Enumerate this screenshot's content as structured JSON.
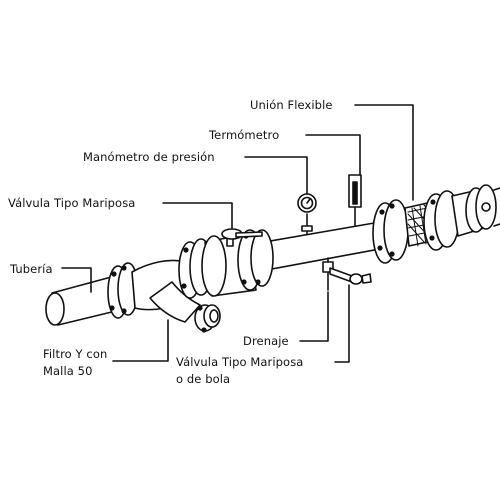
{
  "labels": {
    "union_flexible": "Unión Flexible",
    "termometro": "Termómetro",
    "manometro": "Manómetro de presión",
    "valvula_mariposa": "Válvula Tipo Mariposa",
    "tuberia": "Tubería",
    "filtro_line1": "Filtro Y con",
    "filtro_line2": "Malla 50",
    "drenaje": "Drenaje",
    "valvula_bola_line1": "Válvula Tipo Mariposa",
    "valvula_bola_line2": "o de bola"
  },
  "colors": {
    "ink": "#111111",
    "fill": "#ffffff"
  }
}
